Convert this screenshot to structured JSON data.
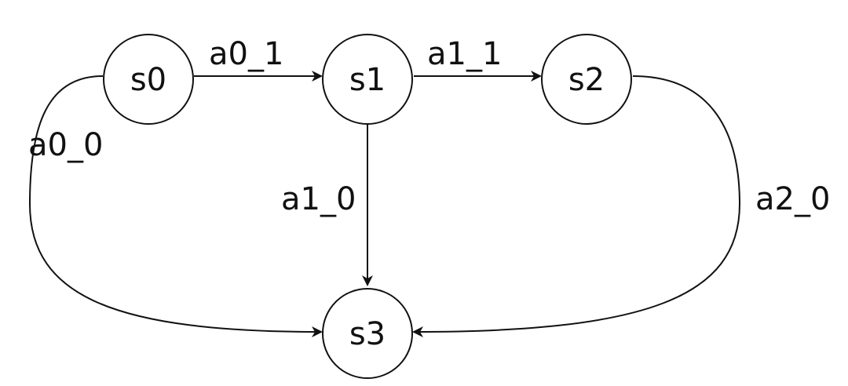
{
  "colors": {
    "stroke": "#111111",
    "background": "#ffffff"
  },
  "nodes": [
    {
      "id": "s0",
      "label": "s0"
    },
    {
      "id": "s1",
      "label": "s1"
    },
    {
      "id": "s2",
      "label": "s2"
    },
    {
      "id": "s3",
      "label": "s3"
    }
  ],
  "edges": [
    {
      "id": "a0_1",
      "from": "s0",
      "to": "s1",
      "label": "a0_1"
    },
    {
      "id": "a1_1",
      "from": "s1",
      "to": "s2",
      "label": "a1_1"
    },
    {
      "id": "a1_0",
      "from": "s1",
      "to": "s3",
      "label": "a1_0"
    },
    {
      "id": "a0_0",
      "from": "s0",
      "to": "s3",
      "label": "a0_0"
    },
    {
      "id": "a2_0",
      "from": "s2",
      "to": "s3",
      "label": "a2_0"
    }
  ]
}
